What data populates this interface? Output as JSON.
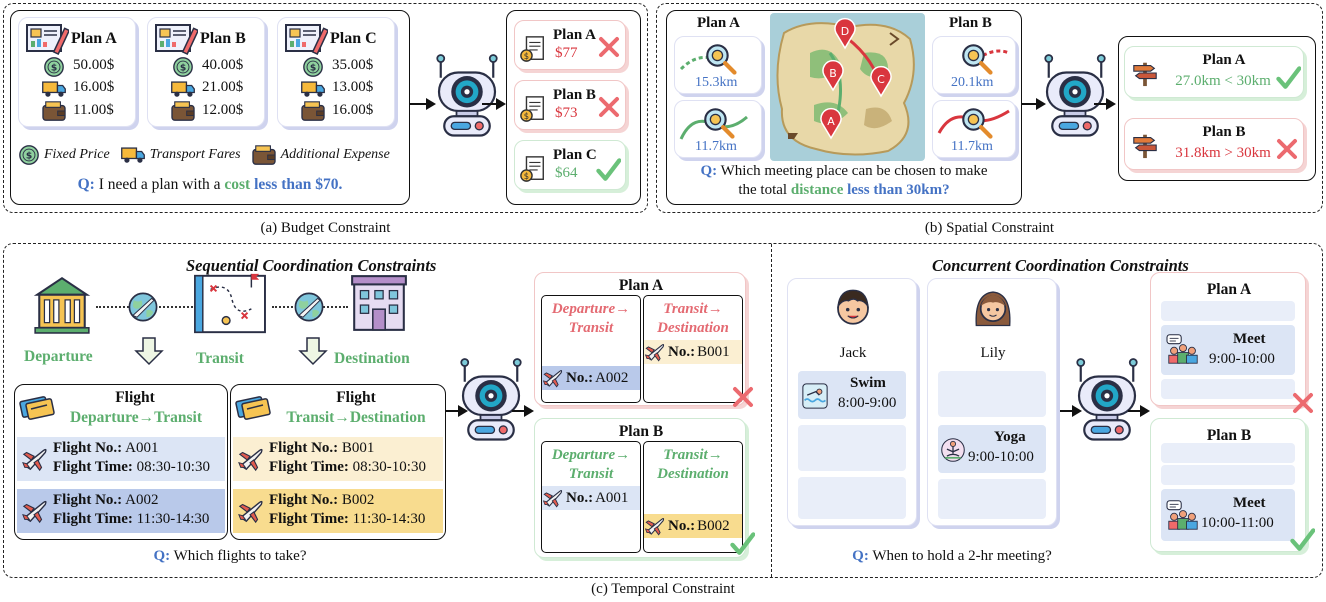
{
  "budget": {
    "plans": [
      {
        "name": "Plan A",
        "price": "50.00$",
        "transport": "16.00$",
        "extra": "11.00$"
      },
      {
        "name": "Plan B",
        "price": "40.00$",
        "transport": "21.00$",
        "extra": "12.00$"
      },
      {
        "name": "Plan C",
        "price": "35.00$",
        "transport": "13.00$",
        "extra": "16.00$"
      }
    ],
    "legend": {
      "fixed": "Fixed Price",
      "transport": "Transport Fares",
      "extra": "Additional Expense"
    },
    "question": {
      "q": "Q:",
      "pre": "I need a plan with a",
      "cost": "cost",
      "less": "less than $70."
    },
    "results": [
      {
        "name": "Plan A",
        "price": "$77"
      },
      {
        "name": "Plan B",
        "price": "$73"
      },
      {
        "name": "Plan C",
        "price": "$64"
      }
    ],
    "caption": "(a) Budget Constraint"
  },
  "spatial": {
    "planA": {
      "title": "Plan A",
      "d1": "15.3km",
      "d2": "11.7km"
    },
    "planB": {
      "title": "Plan B",
      "d1": "20.1km",
      "d2": "11.7km"
    },
    "markers": [
      "D",
      "B",
      "C",
      "A"
    ],
    "question": {
      "q": "Q:",
      "line1": "Which meeting place can be chosen to make",
      "pre": "the total",
      "distance": "distance",
      "less": "less than 30km?"
    },
    "results": [
      {
        "name": "Plan A",
        "text": "27.0km < 30km"
      },
      {
        "name": "Plan B",
        "text": "31.8km > 30km"
      }
    ],
    "caption": "(b) Spatial Constraint"
  },
  "temporal": {
    "seq_title": "Sequential Coordination Constraints",
    "con_title": "Concurrent Coordination Constraints",
    "places": {
      "departure": "Departure",
      "transit": "Transit",
      "destination": "Destination"
    },
    "flight1": {
      "title": "Flight",
      "route": "Departure→Transit",
      "rows": [
        {
          "no_label": "Flight No.:",
          "no": "A001",
          "time_label": "Flight Time:",
          "time": "08:30-10:30"
        },
        {
          "no_label": "Flight No.:",
          "no": "A002",
          "time_label": "Flight Time:",
          "time": "11:30-14:30"
        }
      ]
    },
    "flight2": {
      "title": "Flight",
      "route": "Transit→Destination",
      "rows": [
        {
          "no_label": "Flight No.:",
          "no": "B001",
          "time_label": "Flight Time:",
          "time": "08:30-10:30"
        },
        {
          "no_label": "Flight No.:",
          "no": "B002",
          "time_label": "Flight Time:",
          "time": "11:30-14:30"
        }
      ]
    },
    "seq_question": {
      "q": "Q:",
      "text": "Which flights to take?"
    },
    "seq_results": [
      {
        "name": "Plan A",
        "col1": "Departure→\nTransit",
        "col2": "Transit→\nDestination",
        "no_label": "No.:",
        "f1": "A002",
        "f2": "B001"
      },
      {
        "name": "Plan B",
        "col1": "Departure→\nTransit",
        "col2": "Transit→\nDestination",
        "no_label": "No.:",
        "f1": "A001",
        "f2": "B002"
      }
    ],
    "people": [
      {
        "name": "Jack",
        "activity": "Swim",
        "time": "8:00-9:00"
      },
      {
        "name": "Lily",
        "activity": "Yoga",
        "time": "9:00-10:00"
      }
    ],
    "con_question": {
      "q": "Q:",
      "text": "When to hold a 2-hr meeting?"
    },
    "con_results": [
      {
        "name": "Plan A",
        "activity": "Meet",
        "time": "9:00-10:00"
      },
      {
        "name": "Plan B",
        "activity": "Meet",
        "time": "10:00-11:00"
      }
    ],
    "caption": "(c) Temporal Constraint"
  }
}
